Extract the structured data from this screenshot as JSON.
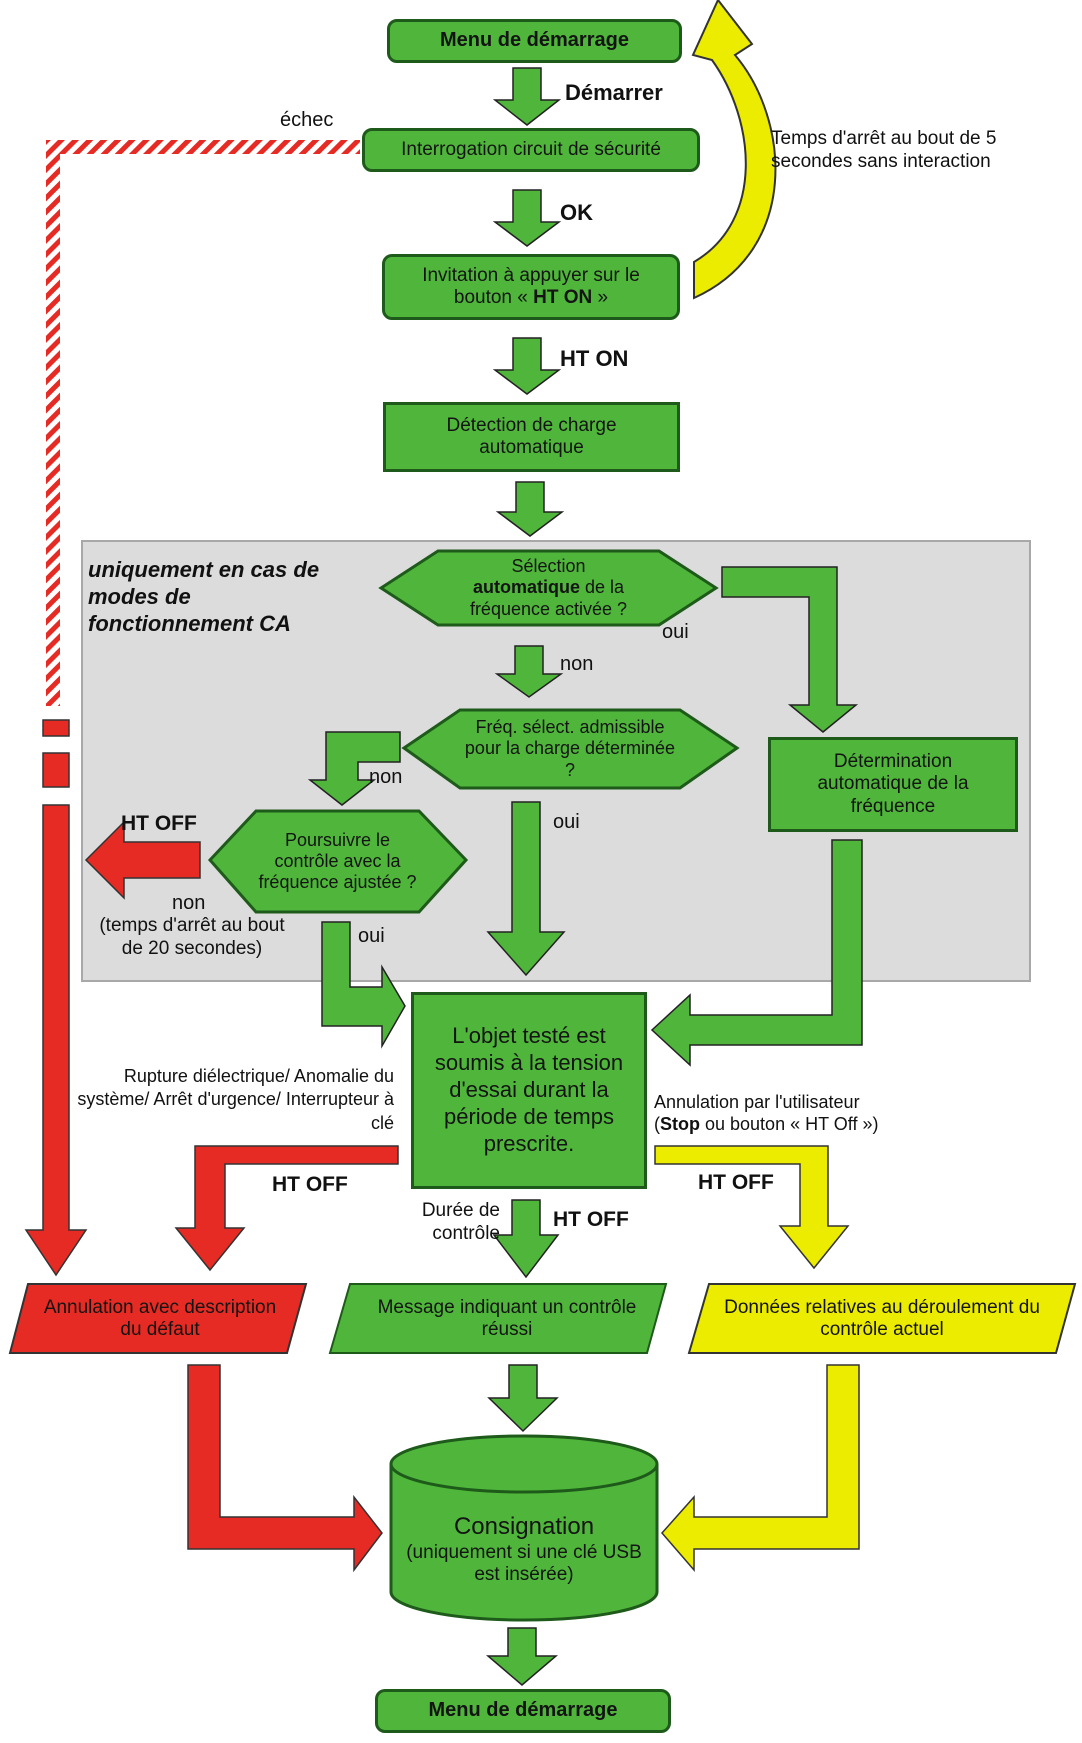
{
  "colors": {
    "green": "#4fb63b",
    "green_dark": "#1e5a1a",
    "red": "#e52b24",
    "yellow": "#ecec00",
    "gray_panel": "#dcdcdc"
  },
  "nodes": {
    "start_menu": "Menu de démarrage",
    "safety_check": "Interrogation circuit de sécurité",
    "prompt_ht_on_prefix": "Invitation à appuyer sur le bouton « ",
    "prompt_ht_on_bold": "HT ON",
    "prompt_ht_on_suffix": " »",
    "load_detection": "Détection de charge automatique",
    "auto_freq_q_pre": "Sélection",
    "auto_freq_q_bold": "automatique",
    "auto_freq_q_post": " de la fréquence activée ?",
    "freq_admissible_q": "Fréq. sélect. admissible pour la charge déterminée ?",
    "auto_freq_determination": "Détermination automatique de la fréquence",
    "continue_adjusted_q": "Poursuivre le contrôle avec la fréquence ajustée ?",
    "test_object": "L'objet testé est soumis à la tension d'essai durant la période de temps prescrite.",
    "cancel_fault": "Annulation avec description du défaut",
    "success_message": "Message indiquant un contrôle réussi",
    "current_data": "Données relatives au déroulement du contrôle actuel",
    "logging_title": "Consignation",
    "logging_note": "(uniquement si une clé USB est insérée)",
    "end_menu": "Menu de démarrage"
  },
  "labels": {
    "demarrer": "Démarrer",
    "ok": "OK",
    "ht_on": "HT ON",
    "echec": "échec",
    "timeout_5s": "Temps d'arrêt au bout de 5 secondes sans interaction",
    "ca_only": "uniquement en cas de modes de fonctionnement CA",
    "oui_1": "oui",
    "non_1": "non",
    "non_2": "non",
    "oui_2": "oui",
    "ht_off_left": "HT OFF",
    "non_3": "non",
    "timeout_20s": "(temps d'arrêt au bout de 20 secondes)",
    "oui_3": "oui",
    "fault_causes": "Rupture diélectrique/ Anomalie du système/ Arrêt d'urgence/ Interrupteur à clé",
    "ht_off_red": "HT OFF",
    "duration": "Durée de contrôle",
    "ht_off_green": "HT OFF",
    "user_cancel_line1": "Annulation par l'utilisateur",
    "user_cancel_bold": "Stop",
    "user_cancel_rest": " ou bouton « HT Off »)",
    "ht_off_yellow": "HT OFF"
  }
}
